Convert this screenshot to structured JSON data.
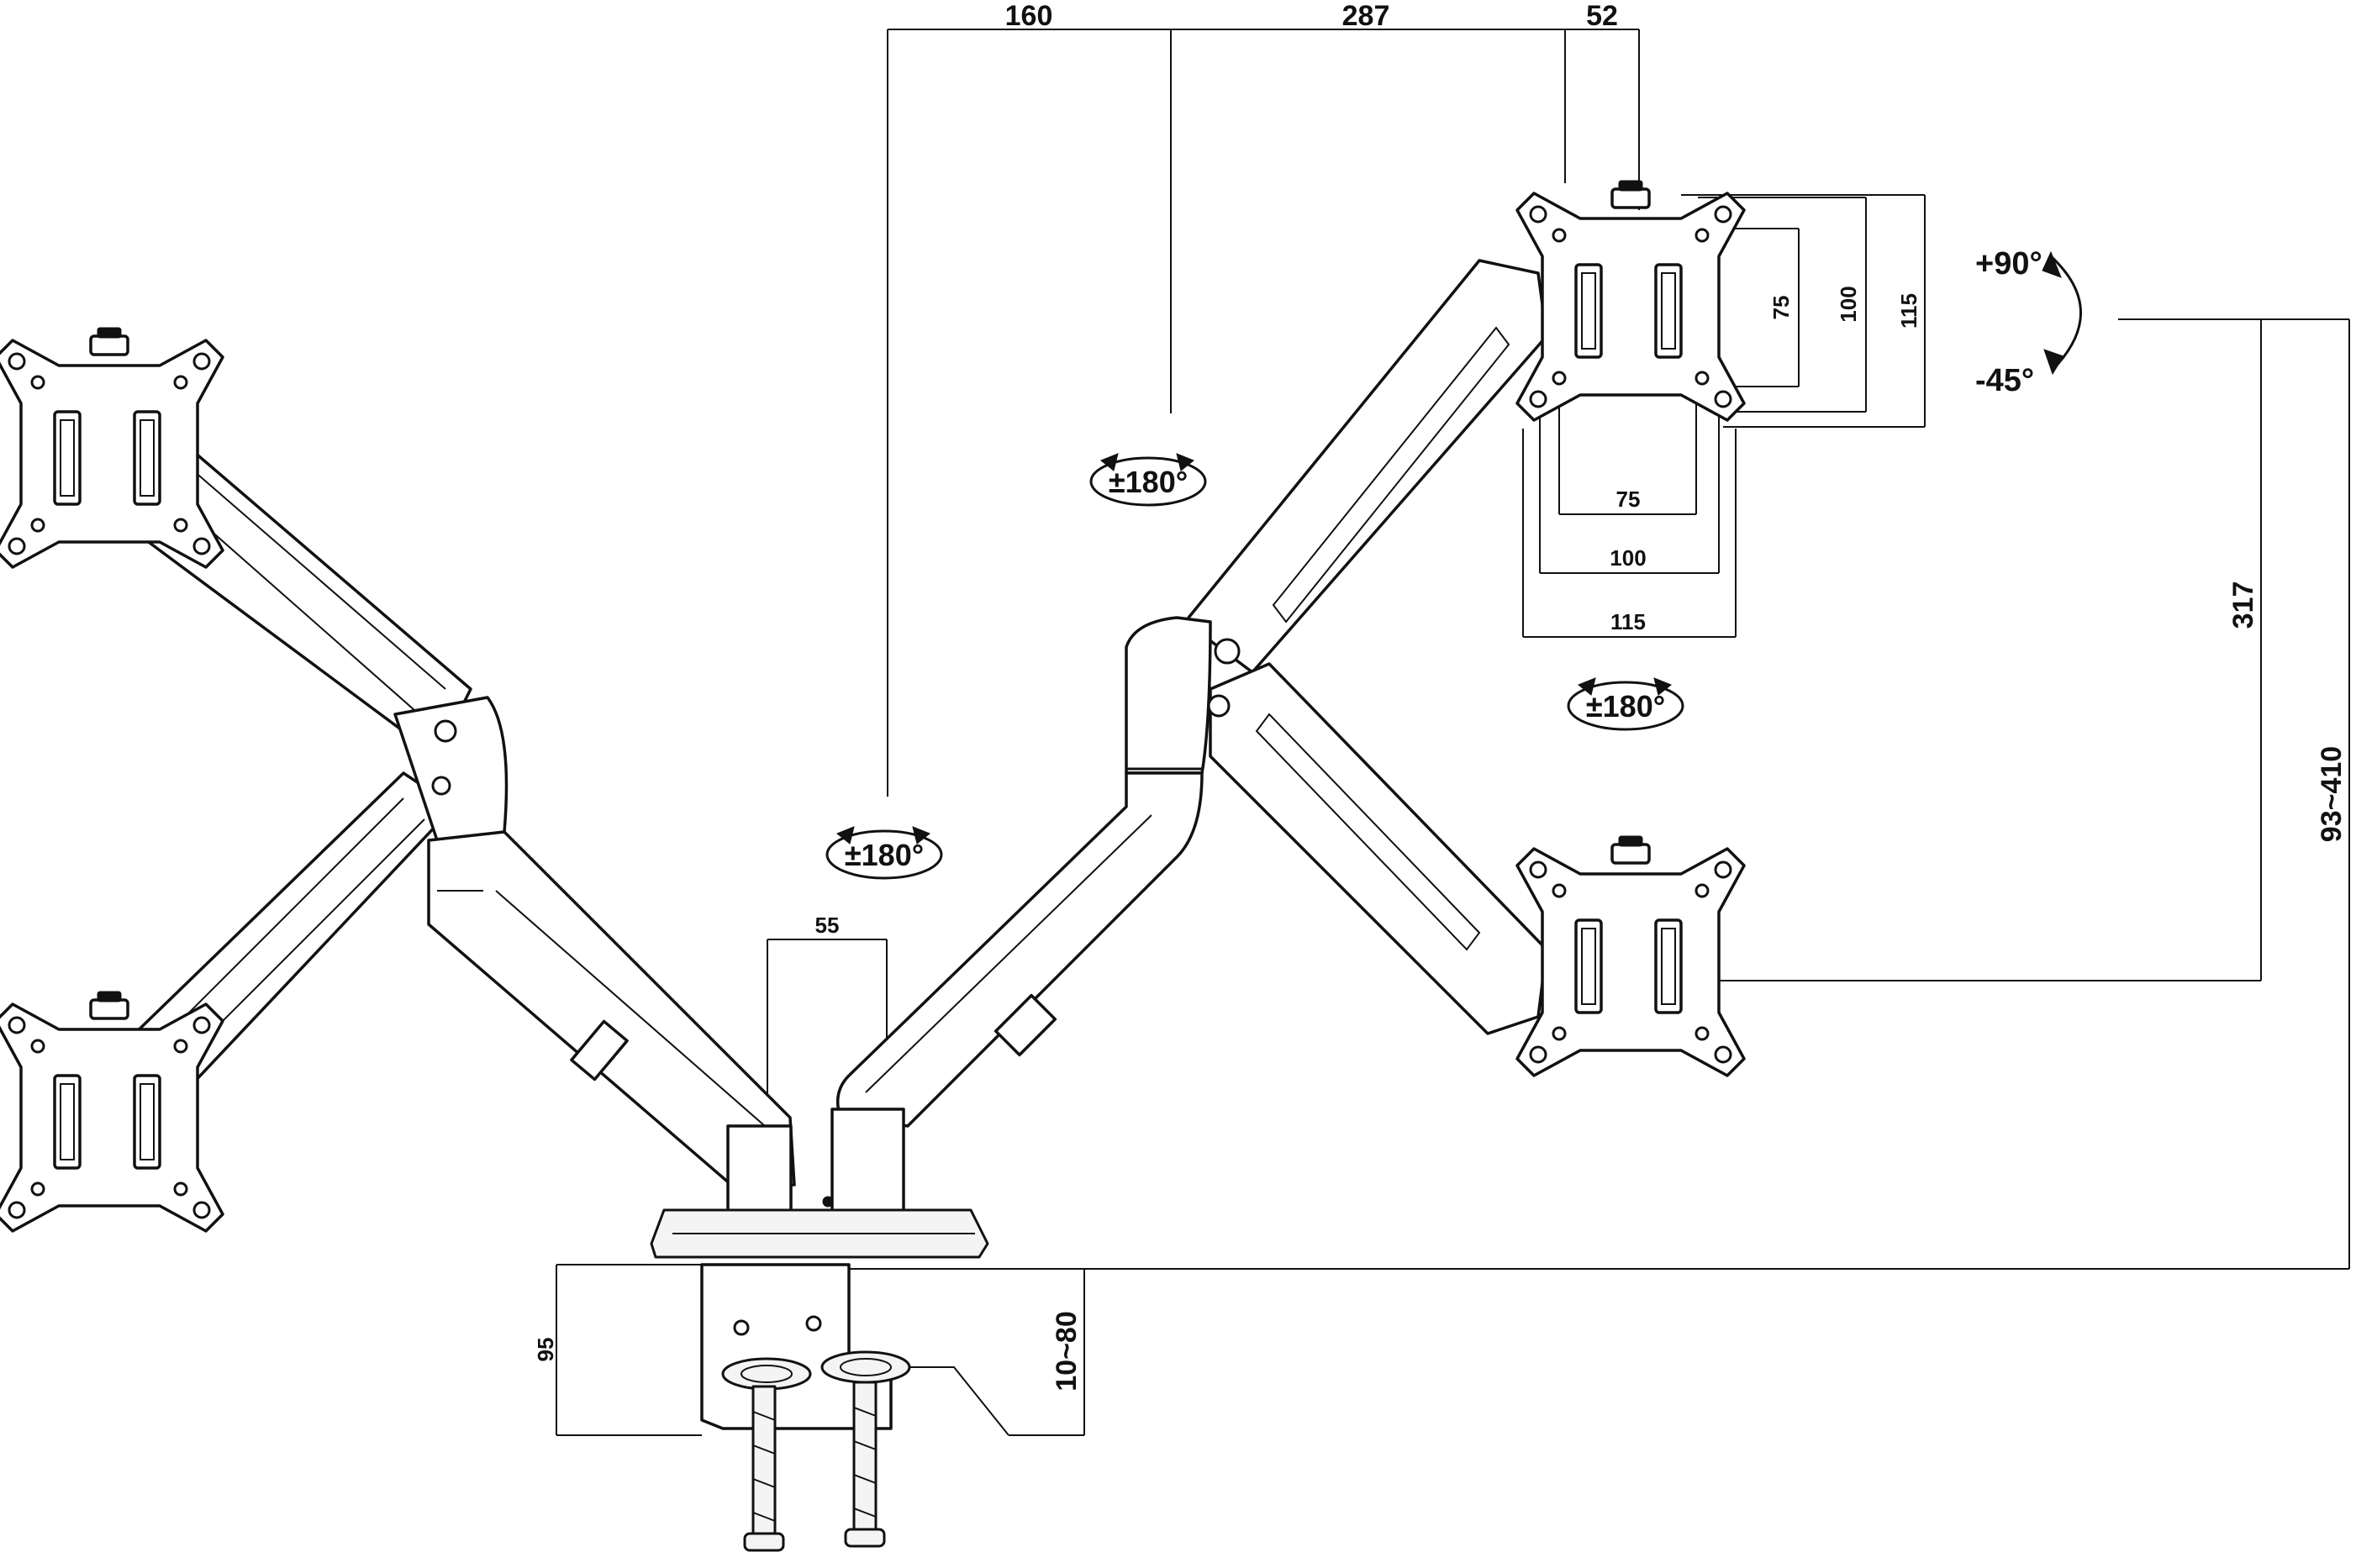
{
  "dimensions": {
    "top_left": "160",
    "top_mid": "287",
    "top_right": "52",
    "vesa_75_vertical": "75",
    "vesa_100_vertical": "100",
    "vesa_115_vertical": "115",
    "vesa_75_horizontal": "75",
    "vesa_100_horizontal": "100",
    "vesa_115_horizontal": "115",
    "height_317": "317",
    "height_range": "93~410",
    "pole_55": "55",
    "clamp_95": "95",
    "desk_thickness": "10~80"
  },
  "rotations": {
    "tilt_up": "+90°",
    "tilt_down": "-45°",
    "swivel_upper": "±180°",
    "swivel_right": "±180°",
    "swivel_center": "±180°"
  },
  "colors": {
    "line": "#111111",
    "background": "#ffffff"
  }
}
